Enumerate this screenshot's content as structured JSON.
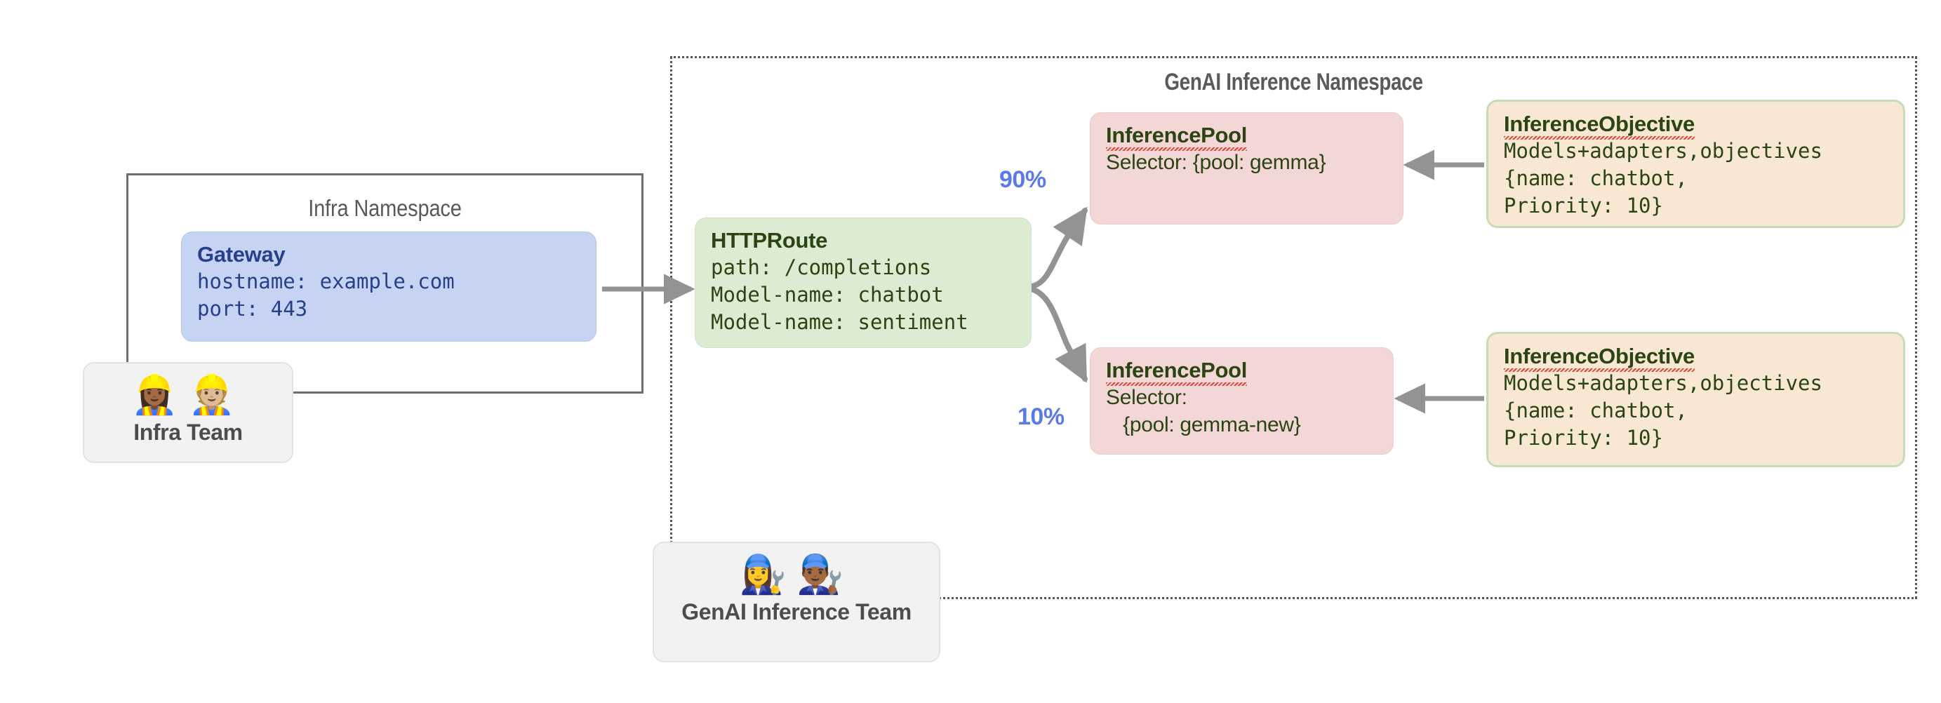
{
  "diagram": {
    "title": "Gateway API Inference Extension - namespace ownership diagram",
    "colors": {
      "gateway_fill": "#c7d3f2",
      "gateway_text": "#27408b",
      "httproute_fill": "#dcecd2",
      "pool_fill": "#f3d7d7",
      "objective_fill": "#f8e8d3",
      "objective_border": "#c6dcb4",
      "node_text": "#2a4413",
      "percent_text": "#5b79e8",
      "arrow": "#939393",
      "team_fill": "#f2f2f2",
      "namespace_border": "#6e6e6e"
    }
  },
  "infra_namespace": {
    "label": "Infra Namespace",
    "border_style": "solid",
    "gateway": {
      "title": "Gateway",
      "lines": [
        "hostname: example.com",
        "port: 443"
      ]
    },
    "team": {
      "label": "Infra Team",
      "emojis": "👷🏾‍♀️👷🏼"
    }
  },
  "genai_namespace": {
    "label": "GenAI Inference Namespace",
    "border_style": "dotted",
    "httproute": {
      "title": "HTTPRoute",
      "lines": [
        "path: /completions",
        "Model-name: chatbot",
        "Model-name: sentiment"
      ]
    },
    "pools": [
      {
        "title": "InferencePool",
        "spellcheck_underline": true,
        "lines": [
          "Selector: {pool: gemma}"
        ],
        "weight_label": "90%"
      },
      {
        "title": "InferencePool",
        "spellcheck_underline": true,
        "lines": [
          "Selector:",
          "   {pool: gemma-new}"
        ],
        "weight_label": "10%"
      }
    ],
    "objectives": [
      {
        "title": "InferenceObjective",
        "spellcheck_underline": true,
        "lines": [
          "Models+adapters,objectives",
          "{name: chatbot,",
          "Priority: 10}"
        ]
      },
      {
        "title": "InferenceObjective",
        "spellcheck_underline": true,
        "lines": [
          "Models+adapters,objectives",
          "{name: chatbot,",
          "Priority: 10}"
        ]
      }
    ],
    "team": {
      "label": "GenAI Inference Team",
      "emojis": "👩‍🔧👨🏾‍🔧"
    }
  }
}
